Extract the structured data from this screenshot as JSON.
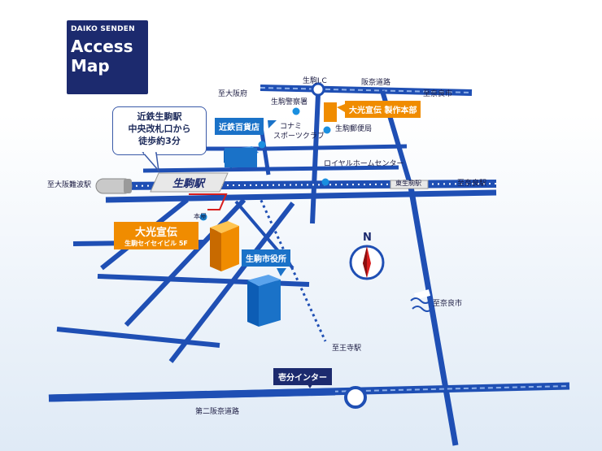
{
  "title": {
    "brand": "DAIKO SENDEN",
    "line1": "Access",
    "line2": "Map"
  },
  "callout": {
    "line1": "近鉄生駒駅",
    "line2": "中央改札口から",
    "line3": "徒歩約3分"
  },
  "signs": {
    "ikoma_station": "生駒駅",
    "kintetsu_dept": "近鉄百貨店",
    "daiko_hq": "大光宣伝 製作本部",
    "daiko_main": "大光宣伝",
    "daiko_main_sub": "生駒セイセイビル 5F",
    "city_hall": "生駒市役所",
    "ichibu_ic": "壱分インター"
  },
  "labels": {
    "to_osaka_fu": "至大阪府",
    "ikoma_ic": "生駒I.C",
    "hannara_road": "阪奈道路",
    "to_nara_shi_top": "至奈良市",
    "ikoma_police": "生駒警察署",
    "konami_1": "コナミ",
    "konami_2": "スポーツクラブ",
    "ikoma_post": "生駒郵便局",
    "royal_home": "ロイヤルホームセンター",
    "to_osaka_namba": "至大阪難波駅",
    "higashi_ikoma": "東生駒駅",
    "to_nara_station": "至奈良駅",
    "honten": "本屋",
    "to_nara_shi_right": "至奈良市",
    "to_oji": "至王寺駅",
    "daini_hannara": "第二阪奈道路",
    "north": "N"
  },
  "colors": {
    "road_blue": "#1f4fb4",
    "navy": "#1c2a6e",
    "orange": "#f08c00",
    "sign_blue": "#1a72c8",
    "rail_dots": "#ffffff",
    "compass_red": "#d81e1e"
  },
  "icons": [
    "compass-icon",
    "train-icon",
    "ic-interchange-icon",
    "landmark-dot-icon"
  ]
}
